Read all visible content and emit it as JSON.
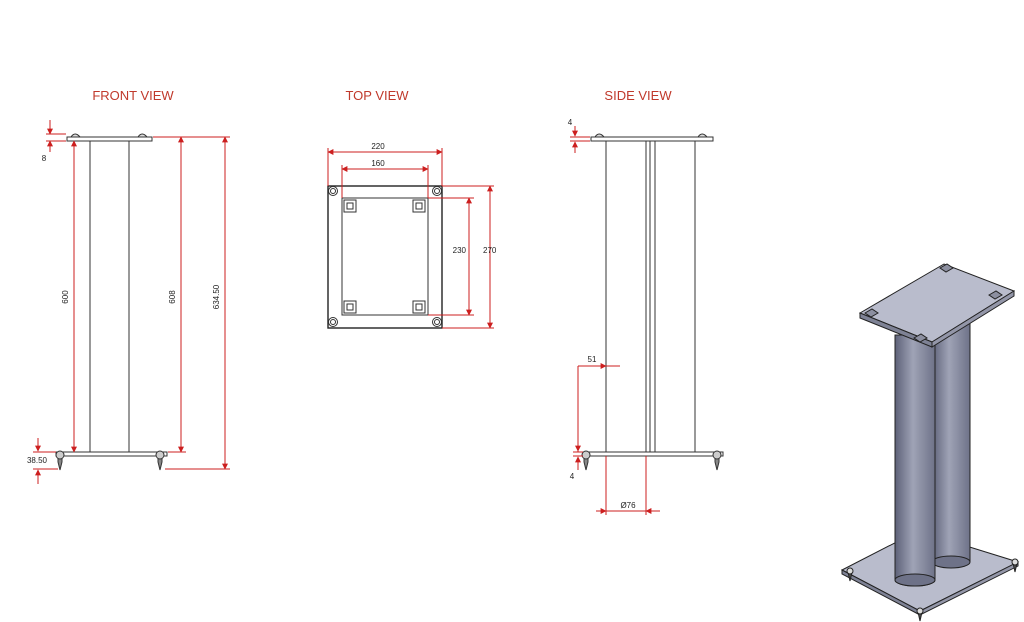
{
  "views": {
    "front": {
      "title": "FRONT VIEW"
    },
    "top": {
      "title": "TOP VIEW"
    },
    "side": {
      "title": "SIDE VIEW"
    }
  },
  "dimensions": {
    "front": {
      "top_plate": "8",
      "pillar_height": "600",
      "inner_height": "608",
      "overall_height": "634.50",
      "spike": "38.50"
    },
    "top": {
      "outer_width": "220",
      "inner_width": "160",
      "inner_depth": "230",
      "outer_depth": "270"
    },
    "side": {
      "top_gap": "4",
      "offset": "51",
      "bottom_gap": "4",
      "diameter": "Ø76"
    }
  },
  "colors": {
    "title": "#c0392b",
    "dimension_line": "#cc1f1f",
    "outline": "#333333",
    "plate_fill": "#b9bccc",
    "pillar_fill": "#8b8fa3"
  }
}
